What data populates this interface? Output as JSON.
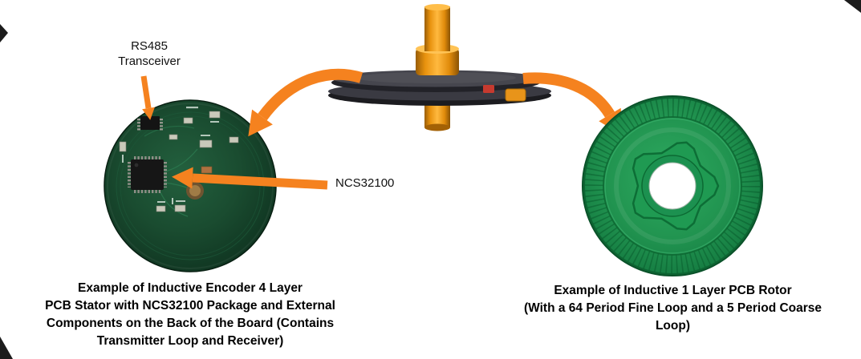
{
  "figure": {
    "callouts": {
      "rs485": "RS485\nTransceiver",
      "ncs32100": "NCS32100"
    },
    "captions": {
      "stator": "Example of Inductive Encoder 4 Layer\nPCB Stator with NCS32100 Package and External\nComponents on the Back of the Board (Contains\nTransmitter Loop and Receiver)",
      "rotor": "Example of Inductive 1 Layer PCB Rotor\n(With a 64 Period Fine Loop and a 5 Period Coarse\nLoop)"
    },
    "colors": {
      "arrow_orange": "#F5821F",
      "stator_pcb_green": "#1A4C30",
      "rotor_pcb_green": "#219450",
      "shaft_orange": "#F0A01F",
      "disc_gray": "#3A3A42",
      "caption_text": "#000000"
    }
  }
}
